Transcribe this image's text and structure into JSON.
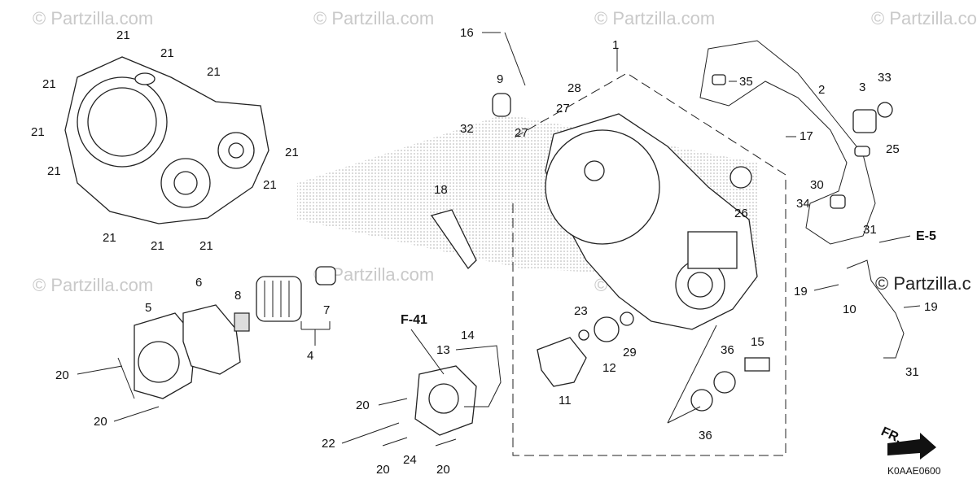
{
  "watermarks": {
    "top1": "© Partzilla.com",
    "top2": "© Partzilla.com",
    "top3": "© Partzilla.com",
    "top4": "© Partzilla.com",
    "mid": "© Partzilla.com",
    "right": "© Partzilla.c",
    "left_mid": "© Partzilla.com",
    "center": "© Partzilla.com"
  },
  "diagram_code": "K0AAE0600",
  "front_arrow": "FR.",
  "refs": {
    "f41": "F-41",
    "e5": "E-5"
  },
  "callouts": {
    "c1": "1",
    "c2": "2",
    "c3": "3",
    "c4": "4",
    "c5": "5",
    "c6": "6",
    "c7": "7",
    "c8": "8",
    "c9": "9",
    "c10": "10",
    "c11": "11",
    "c12": "12",
    "c13": "13",
    "c14": "14",
    "c15": "15",
    "c16": "16",
    "c17": "17",
    "c18": "18",
    "c19": "19",
    "c20": "20",
    "c21": "21",
    "c22": "22",
    "c23": "23",
    "c24": "24",
    "c25": "25",
    "c26": "26",
    "c27": "27",
    "c28": "28",
    "c29": "29",
    "c30": "30",
    "c31": "31",
    "c32": "32",
    "c33": "33",
    "c34": "34",
    "c35": "35",
    "c36": "36"
  }
}
